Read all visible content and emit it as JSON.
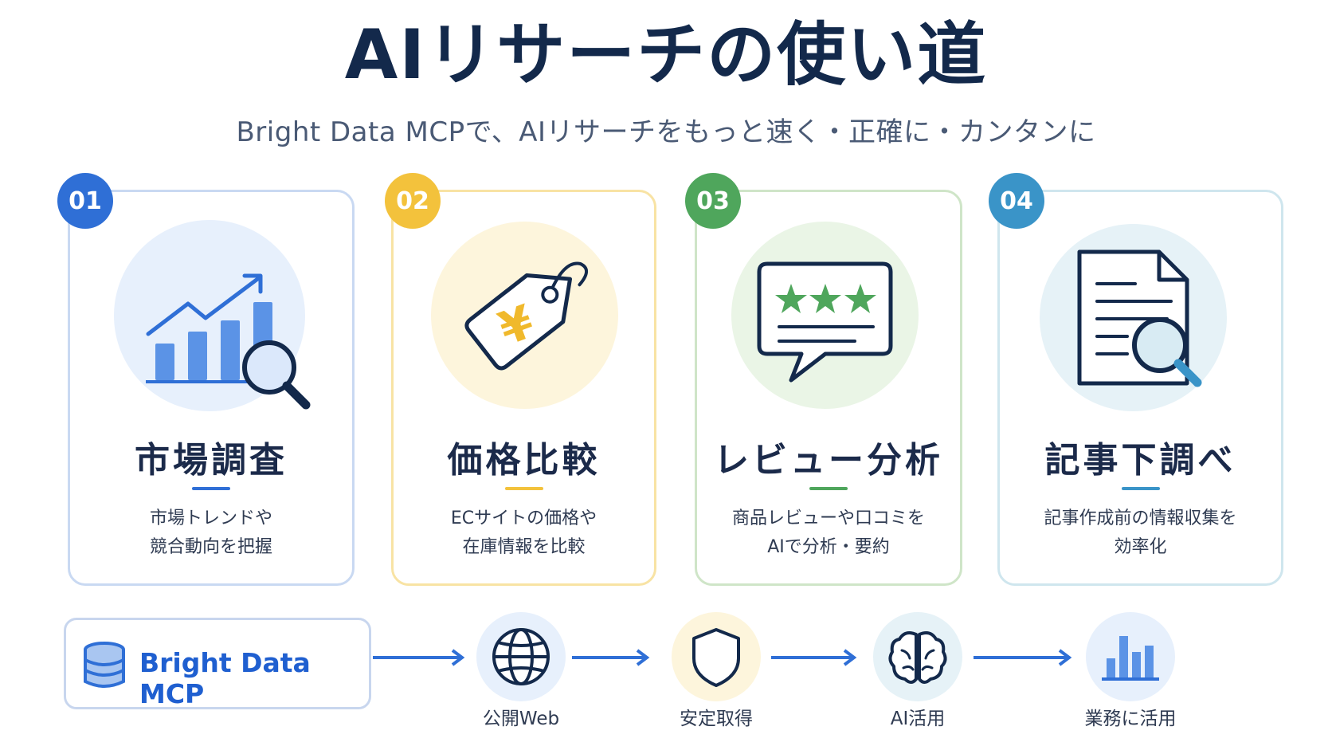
{
  "title": "AIリサーチの使い道",
  "subtitle": "Bright Data MCPで、AIリサーチをもっと速く・正確に・カンタンに",
  "cards": [
    {
      "number": "01",
      "title": "市場調査",
      "desc_line1": "市場トレンドや",
      "desc_line2": "競合動向を把握",
      "color": "#2f6fd6",
      "icon": "chart-search-icon"
    },
    {
      "number": "02",
      "title": "価格比較",
      "desc_line1": "ECサイトの価格や",
      "desc_line2": "在庫情報を比較",
      "color": "#f3c23c",
      "icon": "price-tag-icon"
    },
    {
      "number": "03",
      "title": "レビュー分析",
      "desc_line1": "商品レビューや口コミを",
      "desc_line2": "AIで分析・要約",
      "color": "#4fa65c",
      "icon": "review-bubble-icon"
    },
    {
      "number": "04",
      "title": "記事下調べ",
      "desc_line1": "記事作成前の情報収集を",
      "desc_line2": "効率化",
      "color": "#3a94c8",
      "icon": "document-search-icon"
    }
  ],
  "flow": {
    "source_label": "Bright Data MCP",
    "source_icon": "database-icon",
    "steps": [
      {
        "label": "公開Web",
        "icon": "globe-icon"
      },
      {
        "label": "安定取得",
        "icon": "shield-icon"
      },
      {
        "label": "AI活用",
        "icon": "brain-icon"
      },
      {
        "label": "業務に活用",
        "icon": "bar-chart-icon"
      }
    ]
  }
}
